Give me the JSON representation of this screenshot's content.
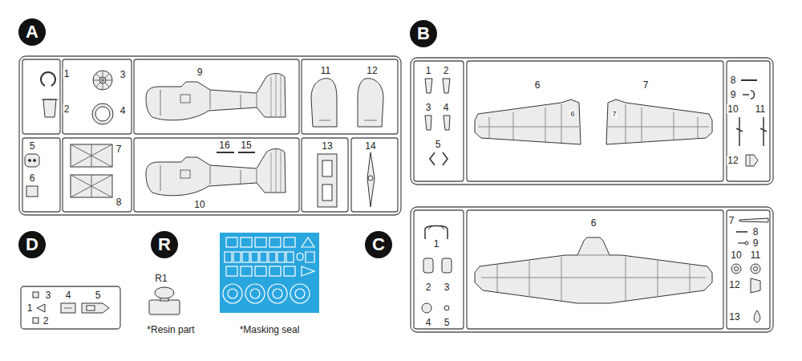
{
  "diagram": {
    "nodes": [
      {
        "text": [
          "A"
        ]
      },
      {
        "text": [
          "B"
        ]
      },
      {
        "text": [
          "D"
        ]
      },
      {
        "text": [
          "R"
        ]
      },
      {
        "text": [
          "C"
        ]
      }
    ],
    "labels": [
      "1",
      "2",
      "3",
      "4",
      "9",
      "11",
      "12",
      "5",
      "6",
      "7",
      "8",
      "16",
      "15",
      "10",
      "13",
      "14",
      "1",
      "2",
      "3",
      "4",
      "5",
      "6",
      "6",
      "7",
      "7",
      "8",
      "9",
      "10",
      "11",
      "12",
      "1",
      "2",
      "3",
      "4",
      "5",
      "6",
      "7",
      "8",
      "9",
      "10",
      "11",
      "12",
      "13",
      "3",
      "1",
      "2",
      "4",
      "5",
      "R1",
      "*Resin part",
      "*Masking seal"
    ]
  }
}
